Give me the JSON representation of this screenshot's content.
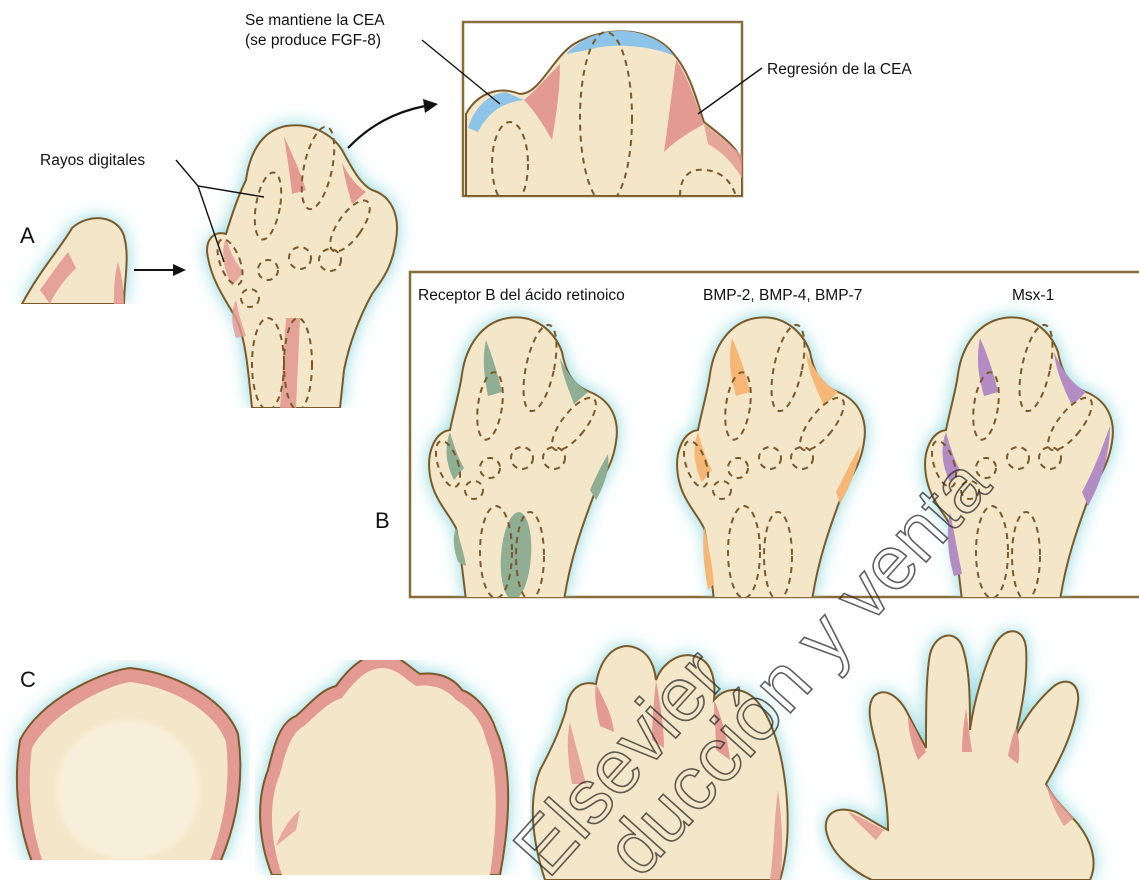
{
  "panels": {
    "a": "A",
    "b": "B",
    "c": "C"
  },
  "labels": {
    "aer_maintained_line1": "Se mantiene la CEA",
    "aer_maintained_line2": "(se produce FGF-8)",
    "aer_regression": "Regresión de la CEA",
    "digital_rays": "Rayos digitales"
  },
  "panel_b_columns": [
    {
      "label": "Receptor B del ácido retinoico",
      "color": "#8fae93"
    },
    {
      "label": "BMP-2, BMP-4, BMP-7",
      "color": "#f6b676"
    },
    {
      "label": "Msx-1",
      "color": "#b48cc4"
    }
  ],
  "watermark": {
    "line1": "Elsevier",
    "line2": "ducción y venta"
  },
  "colors": {
    "limb_fill": "#f4e6c8",
    "limb_outline": "#7a5a2a",
    "aer_glow": "#7fd3da",
    "aer_pink": "#e39a92",
    "aer_blue": "#8ec4e8",
    "frame": "#8a6b3a"
  }
}
